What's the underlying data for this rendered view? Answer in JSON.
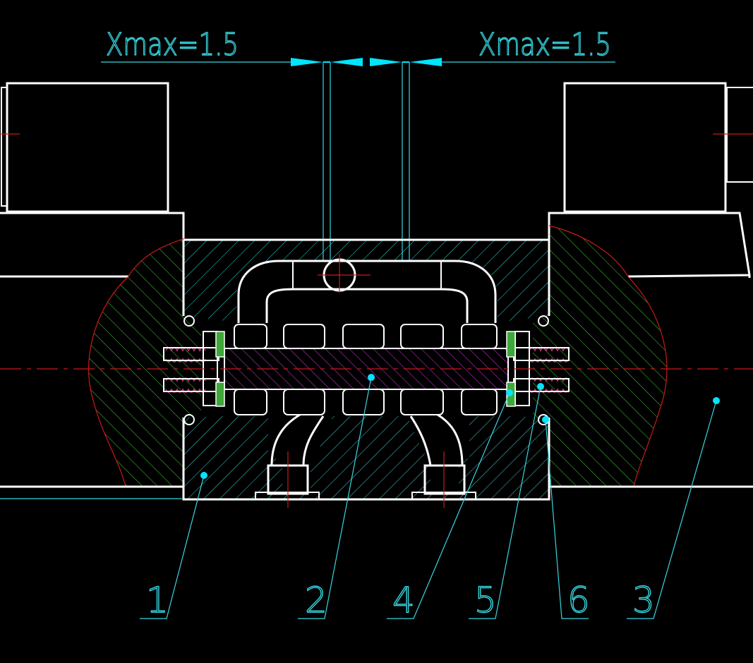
{
  "dimensions": {
    "left_label": "Xmax=1.5",
    "right_label": "Xmax=1.5"
  },
  "part_numbers": [
    "1",
    "2",
    "4",
    "5",
    "6",
    "3"
  ],
  "colors": {
    "background": "#000000",
    "outline": "#ffffff",
    "leader": "#38d6e0",
    "centerline": "#d01818",
    "hatch_body": "#38d6e0",
    "hatch_housing": "#4cd13a",
    "hatch_spool": "#c02cc8",
    "spring": "#c8357a",
    "seal": "#3ea83a"
  }
}
